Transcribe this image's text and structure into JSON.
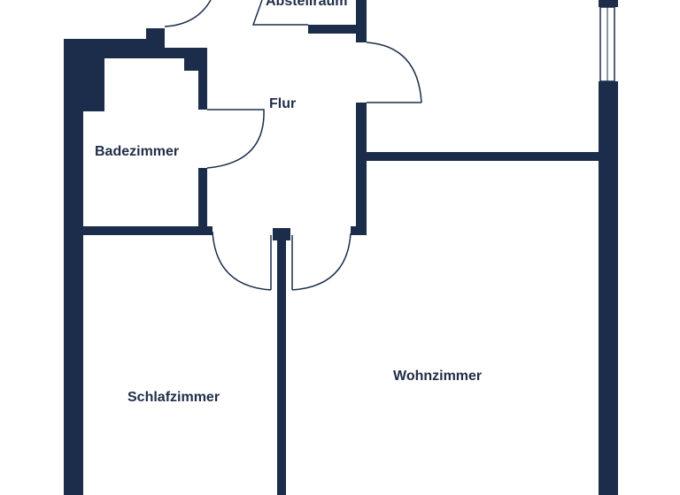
{
  "floorplan": {
    "wall_color": "#1b2d4b",
    "door_line_color": "#1b2d4b",
    "background_color": "#ffffff",
    "rooms": [
      {
        "id": "abstellraum",
        "label": "Abstellraum"
      },
      {
        "id": "flur",
        "label": "Flur"
      },
      {
        "id": "badezimmer",
        "label": "Badezimmer"
      },
      {
        "id": "schlafzimmer",
        "label": "Schlafzimmer"
      },
      {
        "id": "wohnzimmer",
        "label": "Wohnzimmer"
      }
    ]
  }
}
